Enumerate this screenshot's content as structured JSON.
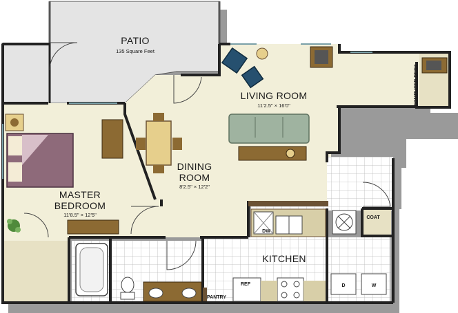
{
  "rooms": {
    "patio": {
      "name": "PATIO",
      "size": "135 Square Feet"
    },
    "living_room": {
      "name": "LIVING ROOM",
      "size": "11'2.5\" × 16'0\""
    },
    "dining_room": {
      "name_line1": "DINING",
      "name_line2": "ROOM",
      "size": "8'2.5\" × 12'2\""
    },
    "master_bedroom": {
      "name_line1": "MASTER",
      "name_line2": "BEDROOM",
      "size": "11'8.5\" × 12'5\""
    },
    "kitchen": {
      "name": "KITCHEN"
    },
    "computer_desk": {
      "name": "COMPUTER DESK"
    }
  },
  "fixtures": {
    "coat": "COAT",
    "dw": "DW",
    "ref": "REF",
    "pantry": "PANTRY",
    "dryer": "D",
    "washer": "W"
  },
  "colors": {
    "wall": "#222222",
    "wall_shadow": "#9a9a9a",
    "floor": "#f2efd9",
    "tile": "#ffffff",
    "patio": "#e4e4e4",
    "carpet_closet": "#e7e1c4",
    "brown_wall_band": "#6b5235",
    "wood": "#8c6a33",
    "bed": "#8e6a7a",
    "sofa": "#9fb3a0",
    "chair_blue": "#26506f",
    "table": "#e6cf8c"
  }
}
